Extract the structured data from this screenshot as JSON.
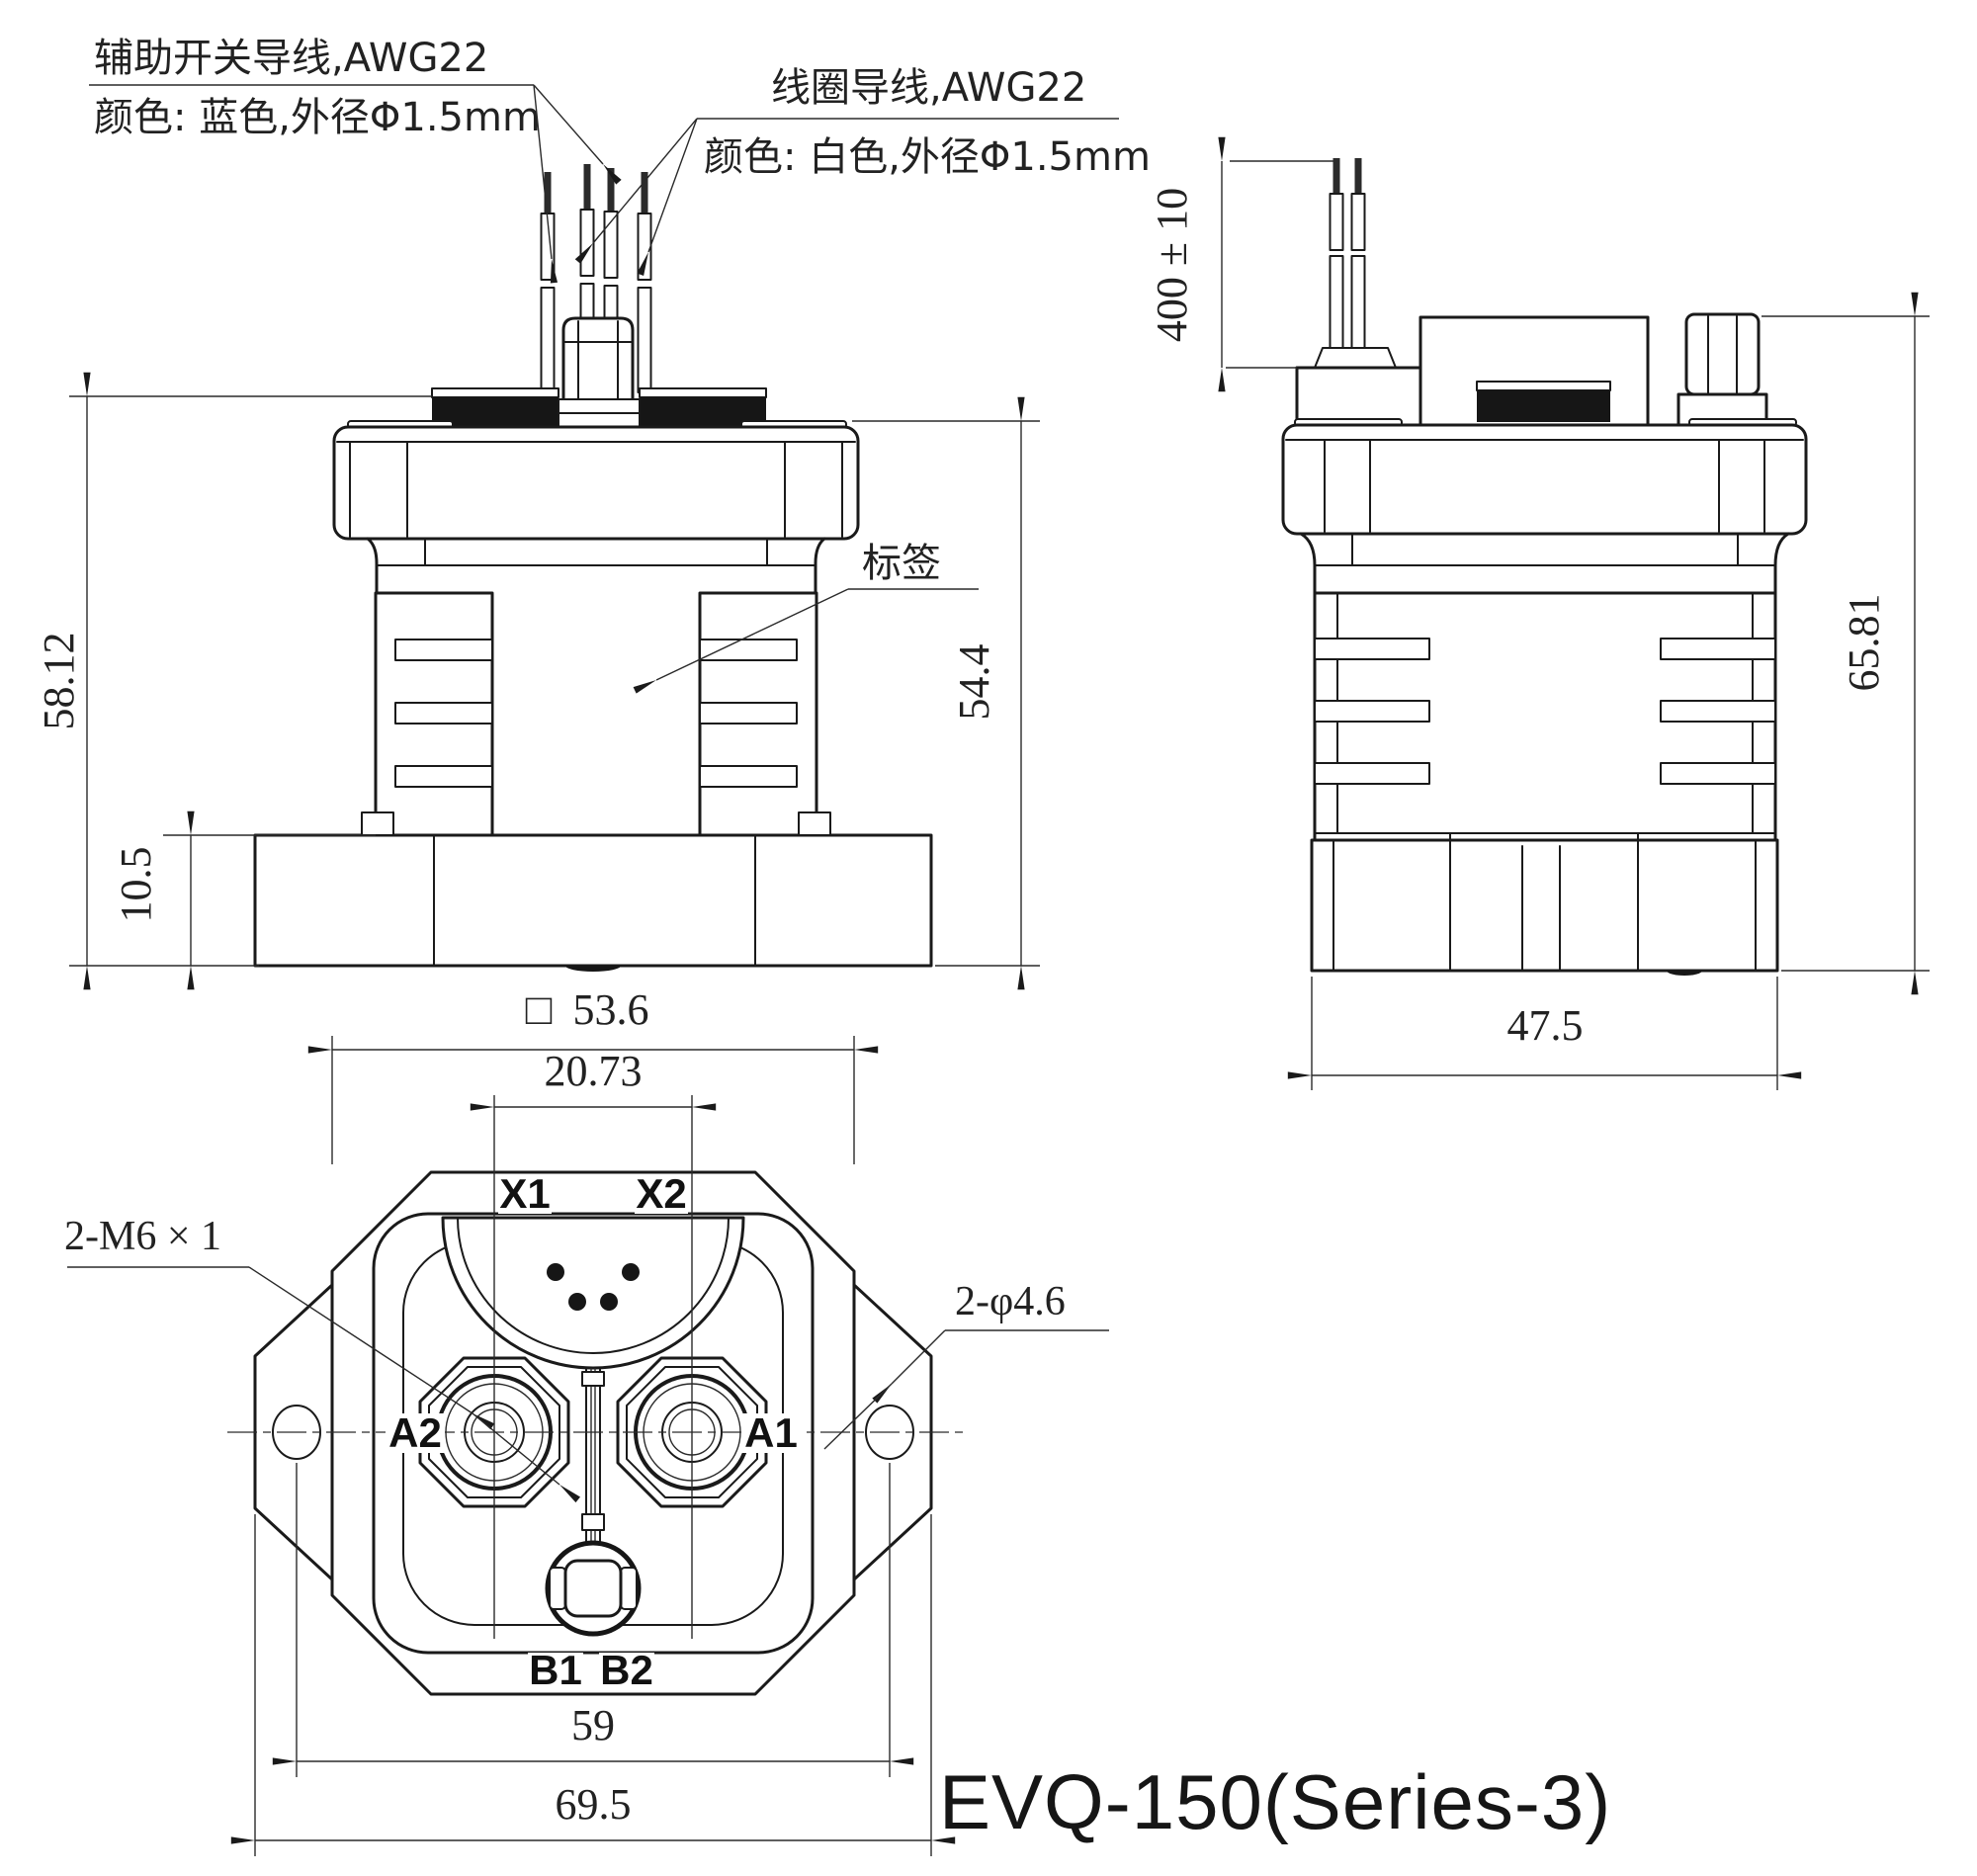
{
  "title": {
    "text": "EVQ-150(Series-3)"
  },
  "colors": {
    "ink": "#1a1a1a",
    "background": "#ffffff"
  },
  "front_view": {
    "aux_label_line1": "辅助开关导线,AWG22",
    "aux_label_line2": "颜色: 蓝色,外径Φ1.5mm",
    "coil_label_line1": "线圈导线,AWG22",
    "coil_label_line2": "颜色: 白色,外径Φ1.5mm",
    "sticker_label": "标签",
    "dim_total_height": "58.12",
    "dim_base_height": "10.5",
    "dim_body_height": "54.4"
  },
  "side_view": {
    "dim_wire_length": "400 ± 10",
    "dim_total_height": "65.81",
    "dim_width": "47.5"
  },
  "bottom_view": {
    "dim_square_symbol": "□",
    "dim_square": "53.6",
    "dim_coil_pin_spacing": "20.73",
    "dim_mounting_hole_spacing": "59",
    "dim_overall_width": "69.5",
    "callout_thread": "2-M6 × 1",
    "callout_hole": "2-φ4.6",
    "terminal_x1": "X1",
    "terminal_x2": "X2",
    "terminal_a1": "A1",
    "terminal_a2": "A2",
    "terminal_b1": "B1",
    "terminal_b2": "B2"
  }
}
